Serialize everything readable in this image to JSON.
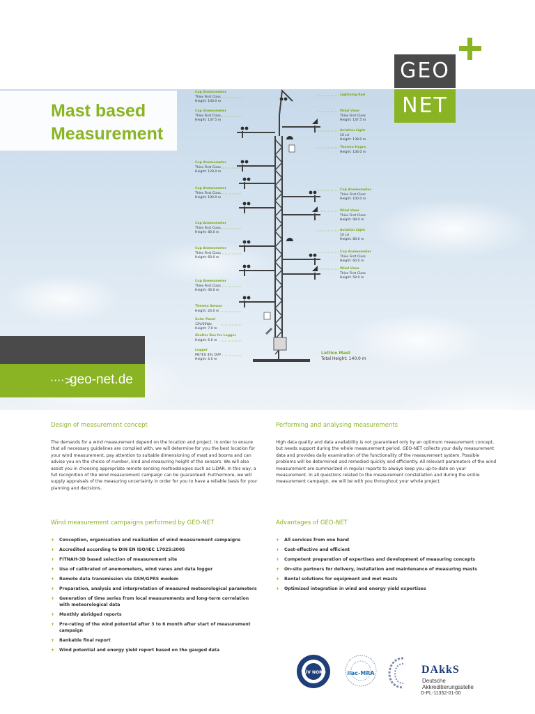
{
  "logo": {
    "top": "GEO",
    "bottom": "NET"
  },
  "title": {
    "line1": "Mast based",
    "line2": "Measurement"
  },
  "url": {
    "arrow": "····>",
    "text": "geo-net.de"
  },
  "mast": {
    "left_labels": [
      {
        "head": "Cup Anemometer",
        "lines": [
          "Thies First Class",
          "Height: 140.0 m"
        ]
      },
      {
        "head": "Cup Anemometer",
        "lines": [
          "Thies First Class",
          "Height: 137.5 m"
        ]
      },
      {
        "head": "Cup Anemometer",
        "lines": [
          "Thies First Class",
          "Height: 120.0 m"
        ]
      },
      {
        "head": "Cup Anemometer",
        "lines": [
          "Thies First Class",
          "Height: 100.0 m"
        ]
      },
      {
        "head": "Cup Anemometer",
        "lines": [
          "Thies First Class",
          "Height: 80.0 m"
        ]
      },
      {
        "head": "Cup Anemometer",
        "lines": [
          "Thies First Class",
          "Height: 60.0 m"
        ]
      },
      {
        "head": "Cup Anemometer",
        "lines": [
          "Thies First Class",
          "Height: 40.0 m"
        ]
      },
      {
        "head": "Thermo Sensor",
        "lines": [
          "Height: 20.0 m"
        ]
      },
      {
        "head": "Solar Panel",
        "lines": [
          "12V/50Wp",
          "Height: 7.0 m"
        ]
      },
      {
        "head": "Shelter Box for Logger",
        "lines": [
          "Height: 6.0 m"
        ]
      },
      {
        "head": "Logger",
        "lines": [
          "METEO 40L DVP",
          "Height: 6.0 m"
        ]
      }
    ],
    "right_labels": [
      {
        "head": "Lightning Rod",
        "lines": []
      },
      {
        "head": "Wind Vane",
        "lines": [
          "Thies First Class",
          "Height: 137.5 m"
        ]
      },
      {
        "head": "Aviation Light",
        "lines": [
          "10 cd",
          "Height: 138.0 m"
        ]
      },
      {
        "head": "Thermo-Hygro",
        "lines": [
          "Height: 136.0 m"
        ]
      },
      {
        "head": "Cup Anemometer",
        "lines": [
          "Thies First Class",
          "Height: 100.0 m"
        ]
      },
      {
        "head": "Wind Vane",
        "lines": [
          "Thies First Class",
          "Height: 98.0 m"
        ]
      },
      {
        "head": "Aviation Light",
        "lines": [
          "10 cd",
          "Height: 80.0 m"
        ]
      },
      {
        "head": "Cup Anemometer",
        "lines": [
          "Thies First Class",
          "Height: 60.0 m"
        ]
      },
      {
        "head": "Wind Vane",
        "lines": [
          "Thies First Class",
          "Height: 58.0 m"
        ]
      }
    ],
    "lattice": {
      "head": "Lattice Mast",
      "line": "Total Height: 140.0 m"
    }
  },
  "design": {
    "title": "Design of measurement concept",
    "text": "The demands for a wind measurement depend on the location and project. In order to ensure that all necessary guidelines are complied with, we will determine for you the best location for your wind measurement, pay attention to suitable dimensioning of mast and booms and can advise you on the choice of number, kind and measuring height of the sensors. We will also assist you in choosing appropriate remote sensing methodologies such as LiDAR. In this way, a full recognition of the wind measurement campaign can be guaranteed. Furthermore, we will supply appraisals of the measuring uncertainty in order for you to have a reliable basis for your planning and decisions."
  },
  "performing": {
    "title": "Performing and analysing measurements",
    "text": "High data quality and data availability is not guaranteed only by an optimum measurement concept, but needs support during the whole measurement period. GEO-NET collects your daily measurement data and provides daily examination of the functionality of the measurement system. Possible problems will be determined and remedied quickly and efficiently. All relevant parameters of the wind measurement are summarized in regular reports to always keep you up-to-date on your measurement. In all questions related to the measurement constellation and during the entire measurement campaign, we will be with you throughout your whole project."
  },
  "campaigns": {
    "title": "Wind measurement campaigns performed by GEO-NET",
    "items": [
      "Conception, organisation and realisation of wind measurement campaigns",
      "Accredited according to DIN EN ISO/IEC 17025:2005",
      "FITNAH-3D based selection of measurement site",
      "Use of calibrated of anemometers, wind vanes and data logger",
      "Remote data transmission via GSM/GPRS modem",
      "Preparation, analysis and interpretation of measured meteorological parameters",
      "Generation of time series from local measurements and long-term correlation\nwith meteorological data",
      "Monthly abridged reports",
      "Pre-rating of the wind potential after 3 to 6 month after start of measurement campaign",
      "Bankable final report",
      "Wind potential and energy yield report based on the gauged data"
    ]
  },
  "advantages": {
    "title": "Advantages of GEO-NET",
    "items": [
      "All services from one hand",
      "Cost-effective and efficient",
      "Competent preparation of  expertises and development of measuring concepts",
      "On-site partners for delivery, installation and maintenance of measuring masts",
      "Rental solutions for equipment and met masts",
      "Optimized integration in wind and energy yield expertises"
    ]
  },
  "badges": {
    "tuv": "TÜV NORD",
    "ilac": "ilac-MRA",
    "dakks_title": "DAkkS",
    "dakks_line1": "Deutsche",
    "dakks_line2": "Akkreditierungsstelle",
    "dakks_code": "D-PL-11352-01-00"
  },
  "colors": {
    "accent": "#8ab423",
    "dark": "#4a4a4a",
    "text": "#333333"
  }
}
